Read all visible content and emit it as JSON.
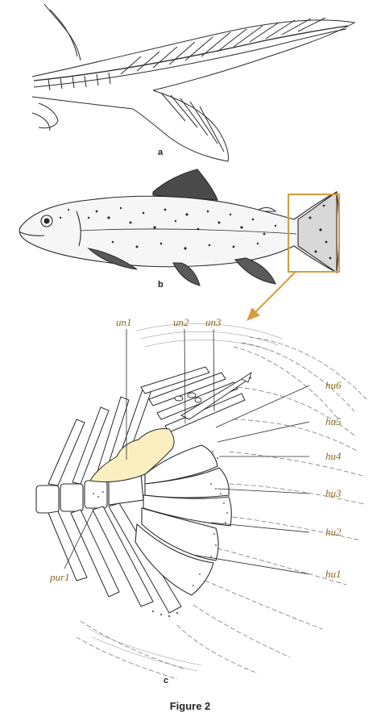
{
  "panels": {
    "a": "a",
    "b": "b",
    "c": "c"
  },
  "labels": {
    "un1": "un1",
    "un2": "un2",
    "un3": "un3",
    "hu6": "hu6",
    "hu5": "hu5",
    "hu4": "hu4",
    "hu3": "hu3",
    "hu2": "hu2",
    "hu1": "hu1",
    "pur1": "pur1"
  },
  "caption": "Figure 2",
  "colors": {
    "label_text": "#8a6a1e",
    "callout_box": "#d99a3a",
    "highlight_bone": "#fbefc0",
    "ink": "#2a2a2a"
  }
}
